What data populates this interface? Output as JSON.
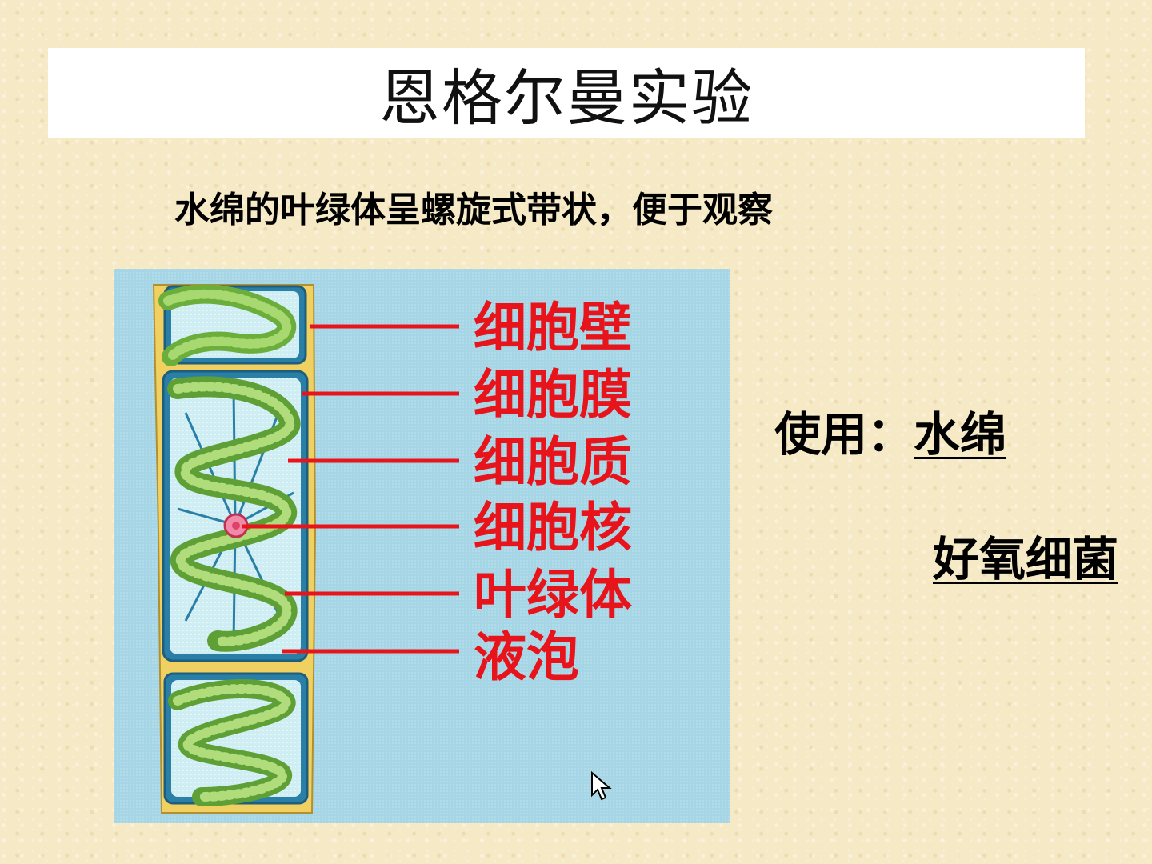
{
  "slide": {
    "title": "恩格尔曼实验",
    "subtitle": "水绵的叶绿体呈螺旋式带状，便于观察"
  },
  "diagram": {
    "labels": [
      "细胞壁",
      "细胞膜",
      "细胞质",
      "细胞核",
      "叶绿体",
      "液泡"
    ],
    "label_color": "#e8141c",
    "background_color": "#a8d8e8"
  },
  "materials": {
    "usage_key": "使用：",
    "usage_value": "水绵",
    "second_item": "好氧细菌"
  }
}
